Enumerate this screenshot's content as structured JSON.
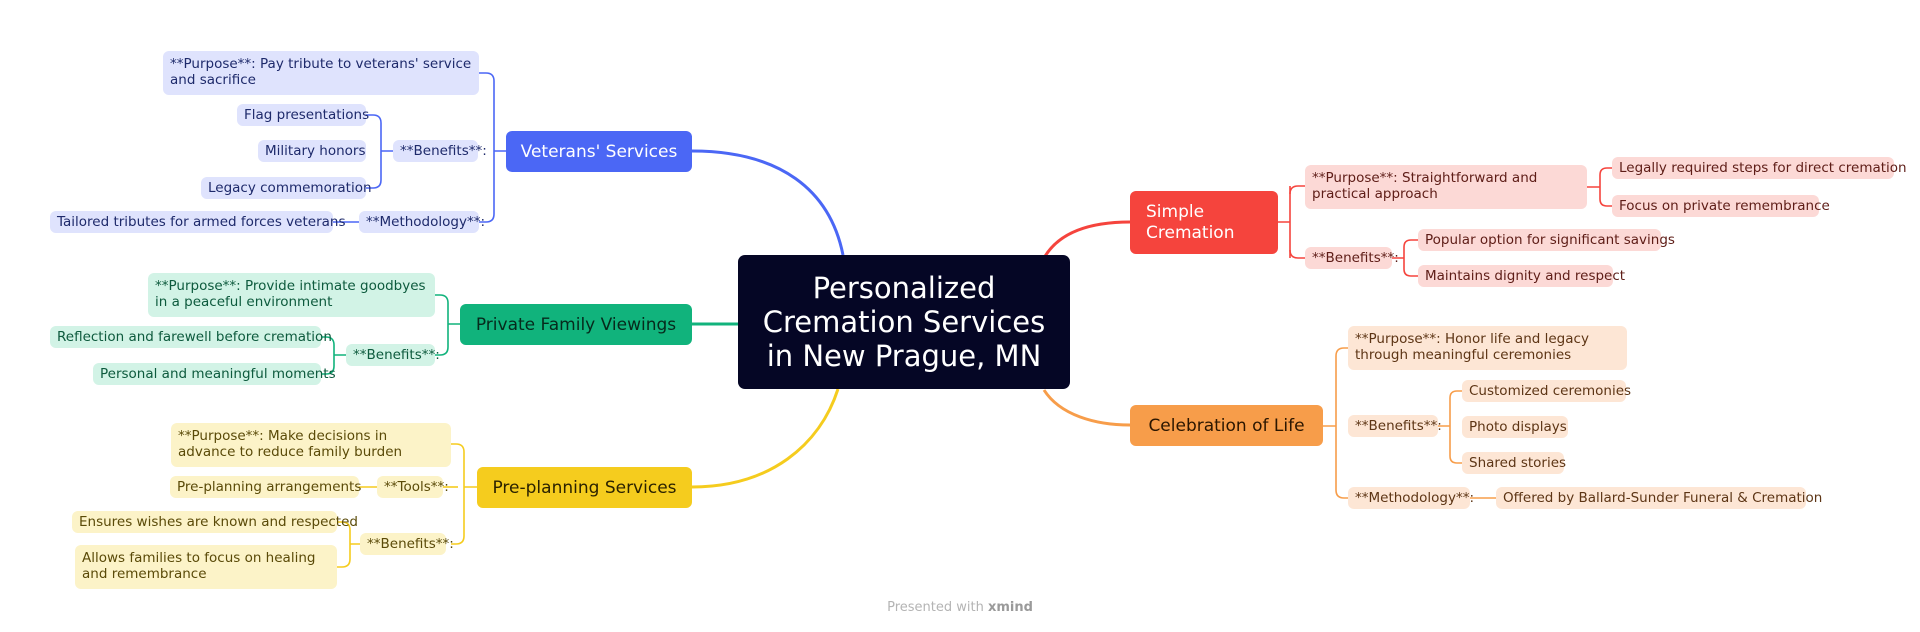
{
  "central": {
    "line1": "Personalized",
    "line2": "Cremation Services",
    "line3": "in New Prague, MN"
  },
  "branches": {
    "simple_cremation": {
      "label": "Simple Cremation",
      "label_line1": "Simple",
      "label_line2": "Cremation",
      "purpose": "**Purpose**: Straightforward and practical approach",
      "purpose_children": [
        "Legally required steps for direct cremation",
        "Focus on private remembrance"
      ],
      "benefits": "**Benefits**:",
      "benefits_children": [
        "Popular option for significant savings",
        "Maintains dignity and respect"
      ]
    },
    "celebration_of_life": {
      "label": "Celebration of Life",
      "purpose": "**Purpose**: Honor life and legacy through meaningful ceremonies",
      "benefits": "**Benefits**:",
      "benefits_children": [
        "Customized ceremonies",
        "Photo displays",
        "Shared stories"
      ],
      "methodology": "**Methodology**:",
      "methodology_children": [
        "Offered by Ballard-Sunder Funeral & Cremation"
      ]
    },
    "veterans_services": {
      "label": "Veterans' Services",
      "purpose": "**Purpose**: Pay tribute to veterans' service and sacrifice",
      "benefits": "**Benefits**:",
      "benefits_children": [
        "Flag presentations",
        "Military honors",
        "Legacy commemoration"
      ],
      "methodology": "**Methodology**:",
      "methodology_children": [
        "Tailored tributes for armed forces veterans"
      ]
    },
    "private_family_viewings": {
      "label": "Private Family Viewings",
      "purpose": "**Purpose**: Provide intimate goodbyes in a peaceful environment",
      "benefits": "**Benefits**:",
      "benefits_children": [
        "Reflection and farewell before cremation",
        "Personal and meaningful moments"
      ]
    },
    "pre_planning_services": {
      "label": "Pre-planning Services",
      "purpose": "**Purpose**: Make decisions in advance to reduce family burden",
      "tools": "**Tools**:",
      "tools_children": [
        "Pre-planning arrangements"
      ],
      "benefits": "**Benefits**:",
      "benefits_children": [
        "Ensures wishes are known and respected",
        "Allows families to focus on healing and remembrance"
      ]
    }
  },
  "colors": {
    "simple_cremation": "#f5443d",
    "celebration_of_life": "#f79d4a",
    "veterans_services": "#4b67f5",
    "private_family_viewings": "#11b37c",
    "pre_planning_services": "#f5cc1e"
  },
  "footer": {
    "prefix": "Presented with",
    "brand": "xmind"
  }
}
